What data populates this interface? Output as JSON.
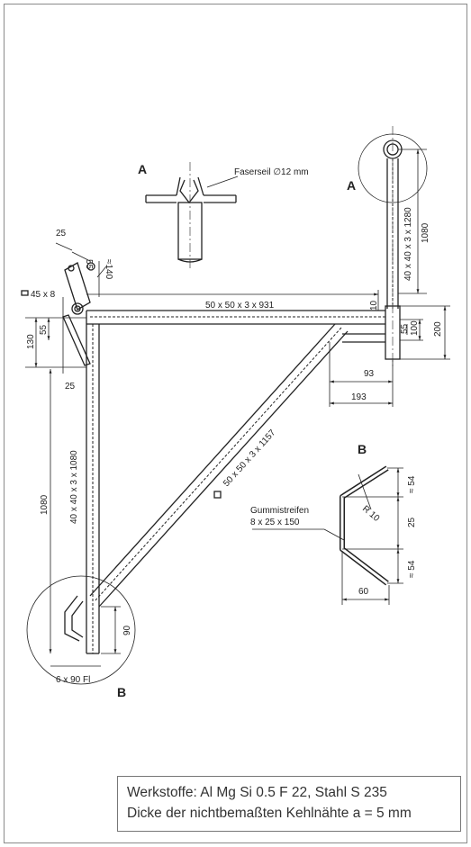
{
  "drawing": {
    "detail_A_label_left": "A",
    "detail_A_label_right": "A",
    "detail_B_label_top": "B",
    "detail_B_label_bottom": "B",
    "faserseil": "Faserseil ∅12 mm",
    "dim_25_top": "25",
    "dim_55_top": "55",
    "dim_140": "≈140",
    "dim_45x8": "45 x 8",
    "dim_55_left": "55",
    "dim_130": "130",
    "dim_25_left": "25",
    "top_beam": "50 x 50 x 3 x 931",
    "dim_10": "10",
    "dim_1080_right": "1080",
    "mast_right": "40 x 40 x 3 x 1280",
    "dim_55_right": "55",
    "dim_100": "100",
    "dim_200": "200",
    "dim_93": "93",
    "dim_193": "193",
    "diagonal": "50 x 50 x 3 x 1157",
    "dim_1080_left": "1080",
    "post_left": "40 x 40 x 3 x 1080",
    "dim_90": "90",
    "plate": "6 x 90 Fl",
    "gummi_1": "Gummistreifen",
    "gummi_2": "8 x 25 x 150",
    "r10": "R 10",
    "dim_54_top": "≈ 54",
    "dim_25_B": "25",
    "dim_54_bottom": "≈ 54",
    "dim_60": "60"
  },
  "materials": {
    "line1": "Werkstoffe: Al Mg Si 0.5 F 22, Stahl S 235",
    "line2": "Dicke der nichtbemaßten Kehlnähte a = 5 mm"
  }
}
